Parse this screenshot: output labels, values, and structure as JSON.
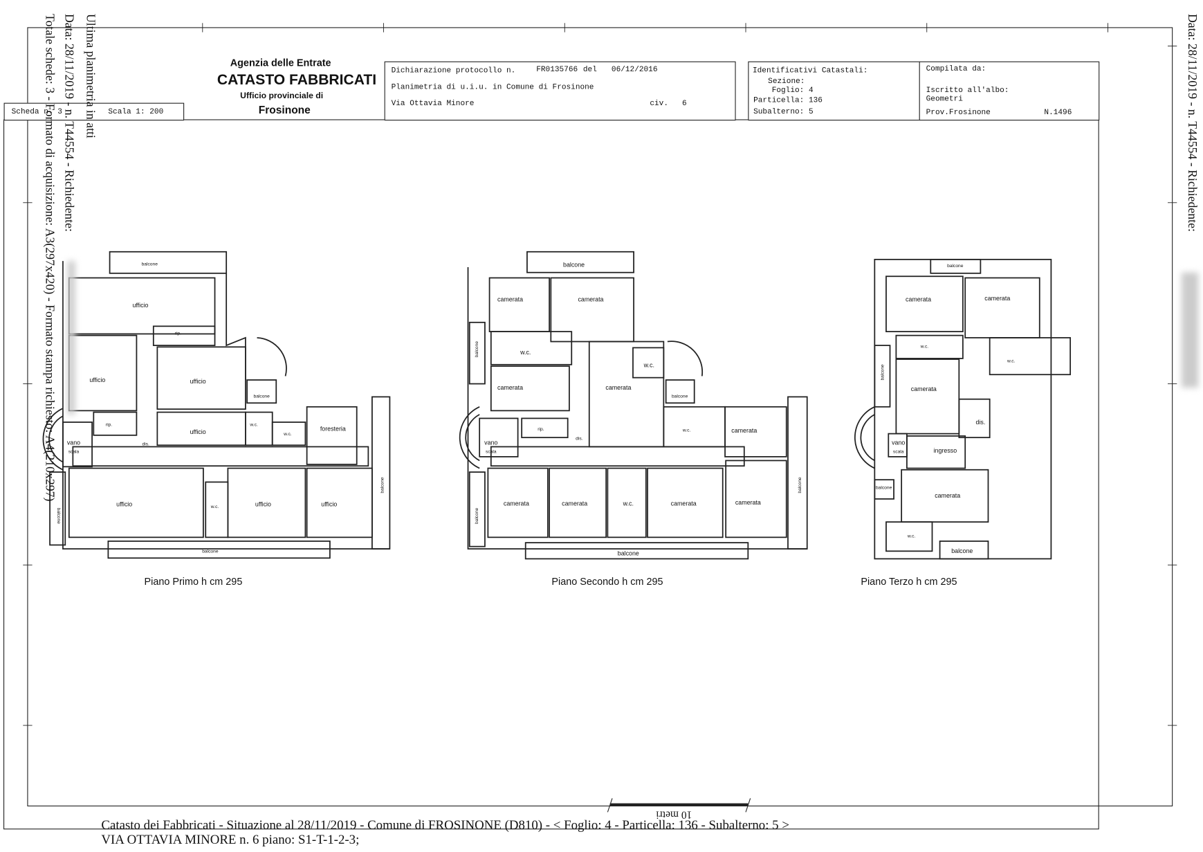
{
  "header": {
    "agency": "Agenzia delle Entrate",
    "title": "CATASTO FABBRICATI",
    "office": "Ufficio provinciale di",
    "city": "Frosinone",
    "scheda": "Scheda n. 3",
    "scala": "Scala 1: 200"
  },
  "declaration": {
    "protocol_label": "Dichiarazione protocollo n.",
    "protocol": "FR0135766",
    "del": "del",
    "date": "06/12/2016",
    "planimetria": "Planimetria di u.i.u. in Comune di Frosinone",
    "street": "Via Ottavia Minore",
    "civ_label": "civ.",
    "civ": "6"
  },
  "identificativi": {
    "title": "Identificativi Catastali:",
    "sezione": "Sezione:",
    "foglio": "Foglio: 4",
    "particella": "Particella: 136",
    "subalterno": "Subalterno: 5"
  },
  "compilata": {
    "title": "Compilata da:",
    "albo": "Iscritto all'albo:",
    "albo_value": "Geometri",
    "prov": "Prov.Frosinone",
    "n": "N.1496"
  },
  "side": {
    "left1": "Ultima planimetria in atti",
    "left2": "Data: 28/11/2019 - n. T44554 - Richiedente:",
    "left3": "Totale schede: 3 - Formato di acquisizione: A3(297x420) - Formato stampa richiesto: A4(210x297)",
    "right": "Data: 28/11/2019 - n. T44554 - Richiedente:"
  },
  "plans": [
    {
      "label": "Piano Primo h cm 295",
      "rooms": [
        "balcone",
        "ufficio",
        "rip.",
        "ufficio",
        "ufficio",
        "balcone",
        "ufficio",
        "rip.",
        "w.c.",
        "w.c.",
        "foresteria",
        "vano",
        "scala",
        "dis.",
        "ufficio",
        "w.c.",
        "ufficio",
        "ufficio",
        "balcone",
        "balcone",
        "balcone"
      ]
    },
    {
      "label": "Piano Secondo h cm 295",
      "rooms": [
        "balcone",
        "camerata",
        "camerata",
        "w.c.",
        "balcone",
        "camerata",
        "camerata",
        "w.c.",
        "balcone",
        "w.c.",
        "camerata",
        "vano",
        "scala",
        "rip.",
        "dis.",
        "camerata",
        "camerata",
        "w.c.",
        "camerata",
        "camerata",
        "balcone",
        "balcone",
        "balcone"
      ]
    },
    {
      "label": "Piano Terzo h cm 295",
      "rooms": [
        "balcone",
        "camerata",
        "camerata",
        "w.c.",
        "w.c.",
        "balcone",
        "camerata",
        "dis.",
        "vano",
        "scala",
        "ingresso",
        "balcone",
        "camerata",
        "w.c.",
        "balcone"
      ]
    }
  ],
  "scale_bar": "10 metri",
  "footer": {
    "line1": "Catasto dei Fabbricati - Situazione al 28/11/2019 - Comune di FROSINONE (D810) - < Foglio: 4 - Particella: 136 - Subalterno: 5 >",
    "line2": "VIA OTTAVIA MINORE n. 6 piano: S1-T-1-2-3;"
  }
}
